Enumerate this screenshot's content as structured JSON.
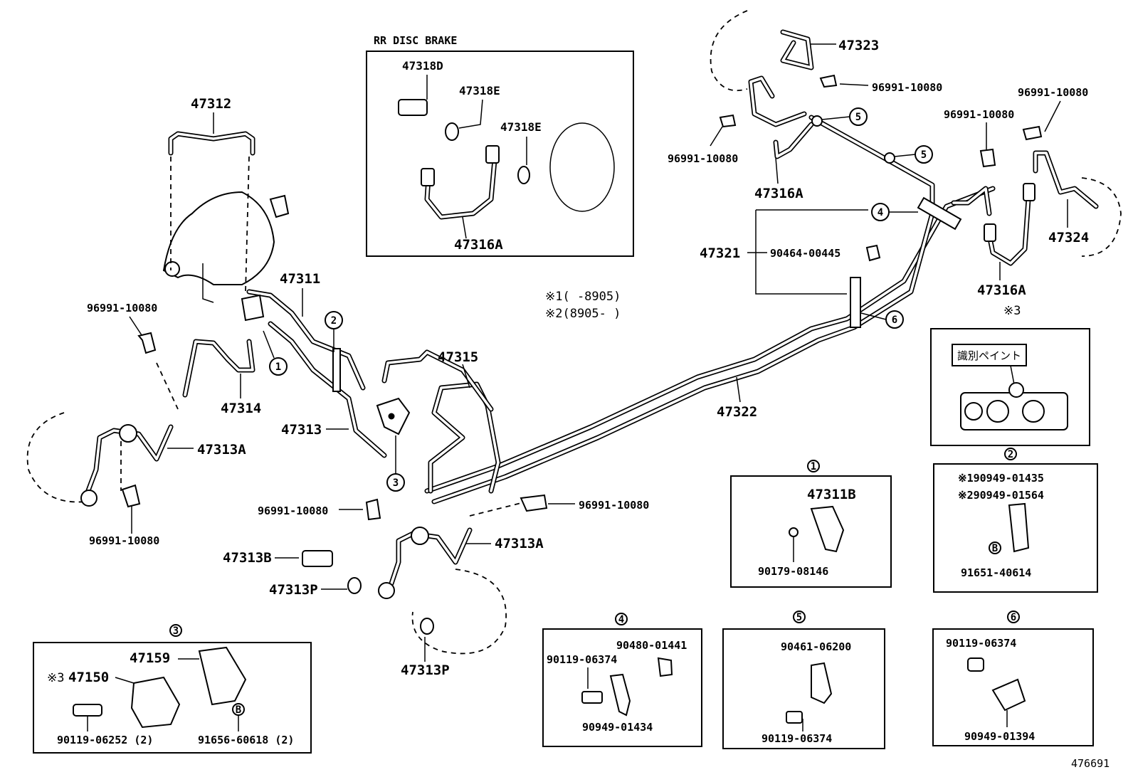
{
  "diagram_id": "476691",
  "notes": [
    "※1(      -8905)",
    "※2(8905-      )"
  ],
  "rr_disc_box": {
    "title": "RR DISC BRAKE",
    "parts": [
      "47318D",
      "47318E",
      "47318E",
      "47316A"
    ]
  },
  "main_labels": {
    "p47312": "47312",
    "p47311": "47311",
    "p47314": "47314",
    "p47313": "47313",
    "p47313A_left": "47313A",
    "p47313A_bottom": "47313A",
    "p47313B": "47313B",
    "p47313P_a": "47313P",
    "p47313P_b": "47313P",
    "p47315": "47315",
    "p47322": "47322",
    "p47321": "47321",
    "p90464": "90464-00445",
    "p47323": "47323",
    "p47324": "47324",
    "p47316A_a": "47316A",
    "p47316A_b": "47316A",
    "c1": "96991-10080",
    "c2": "96991-10080",
    "c3": "96991-10080",
    "c4": "96991-10080",
    "c5": "96991-10080",
    "c6": "96991-10080",
    "c7": "96991-10080",
    "c8": "96991-10080"
  },
  "circle_refs": {
    "r1": "1",
    "r2": "2",
    "r3": "3",
    "r4": "4",
    "r5a": "5",
    "r5b": "5",
    "r6": "6"
  },
  "detail_1": {
    "ref": "1",
    "parts": [
      "47311B",
      "90179-08146"
    ]
  },
  "detail_2": {
    "ref": "2",
    "parts": [
      "※190949-01435",
      "※290949-01564",
      "91651-40614"
    ],
    "badge": "B"
  },
  "detail_3": {
    "ref": "3",
    "parts": [
      "47159",
      "47150",
      "90119-06252 (2)",
      "91656-60618 (2)"
    ],
    "mark": "※3",
    "badge": "B"
  },
  "detail_4": {
    "ref": "4",
    "parts": [
      "90480-01441",
      "90119-06374",
      "90949-01434"
    ]
  },
  "detail_5": {
    "ref": "5",
    "parts": [
      "90461-06200",
      "90119-06374"
    ]
  },
  "detail_6": {
    "ref": "6",
    "parts": [
      "90119-06374",
      "90949-01394"
    ]
  },
  "detail_x3": {
    "mark": "※3",
    "label": "識別ペイント"
  }
}
